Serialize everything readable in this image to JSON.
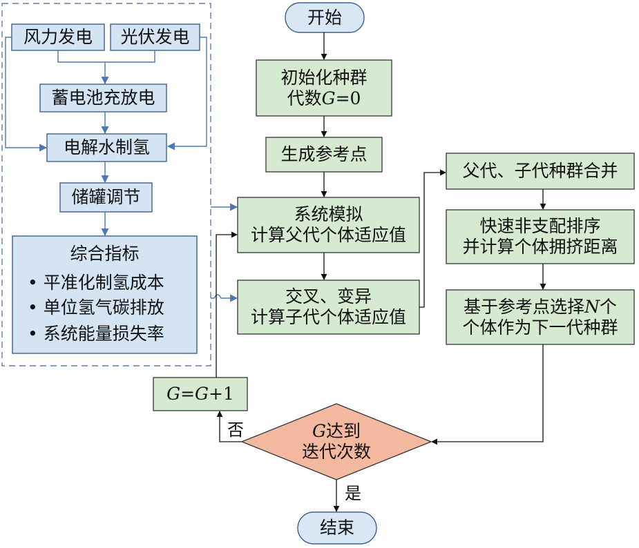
{
  "colors": {
    "blue_fill": "#d4e4f2",
    "blue_stroke": "#3e5f8a",
    "green_fill": "#d6ead2",
    "decision_fill": "#f3b8a0",
    "terminal_fill": "#d9e7f5",
    "blue_arrow": "#4a78b4",
    "dashed_border": "#5b7fae"
  },
  "left_panel": {
    "wind": "风力发电",
    "pv": "光伏发电",
    "battery": "蓄电池充放电",
    "electrolysis": "电解水制氢",
    "storage": "储罐调节",
    "metrics": {
      "title": "综合指标",
      "items": [
        "平准化制氢成本",
        "单位氢气碳排放",
        "系统能量损失率"
      ]
    }
  },
  "flow": {
    "start": "开始",
    "init_line1": "初始化种群",
    "init_line2_prefix": "代数",
    "init_line2_var": "G",
    "init_line2_suffix": "=0",
    "refpoints": "生成参考点",
    "simulate_line1": "系统模拟",
    "simulate_line2": "计算父代个体适应值",
    "crossover_line1": "交叉、变异",
    "crossover_line2": "计算子代个体适应值",
    "merge": "父代、子代种群合并",
    "sort_line1": "快速非支配排序",
    "sort_line2": "并计算个体拥挤距离",
    "select_line1_prefix": "基于参考点选择",
    "select_line1_var": "N",
    "select_line1_suffix": "个",
    "select_line2": "个体作为下一代种群",
    "increment_var1": "G",
    "increment_eq": "=",
    "increment_var2": "G",
    "increment_suffix": "+1",
    "decision_line1_var": "G",
    "decision_line1_suffix": "达到",
    "decision_line2": "迭代次数",
    "no_label": "否",
    "yes_label": "是",
    "end": "结束"
  }
}
